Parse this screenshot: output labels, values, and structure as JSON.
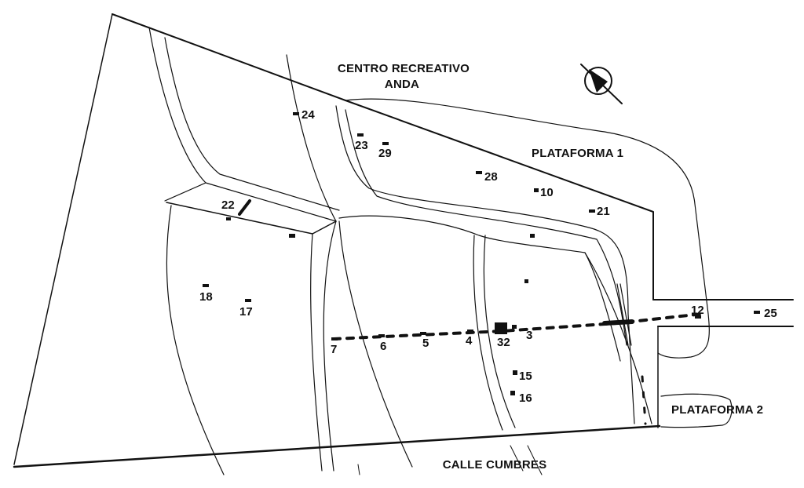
{
  "map": {
    "labels": {
      "centro_line1": "CENTRO RECREATIVO",
      "centro_line2": "ANDA",
      "plataforma1": "PLATAFORMA 1",
      "plataforma2": "PLATAFORMA 2",
      "calle": "CALLE CUMBRES"
    },
    "points": [
      "24",
      "23",
      "29",
      "28",
      "10",
      "21",
      "22",
      "18",
      "17",
      "7",
      "6",
      "5",
      "4",
      "32",
      "3",
      "15",
      "16",
      "12",
      "25"
    ],
    "north_icon": "north-arrow-icon"
  }
}
